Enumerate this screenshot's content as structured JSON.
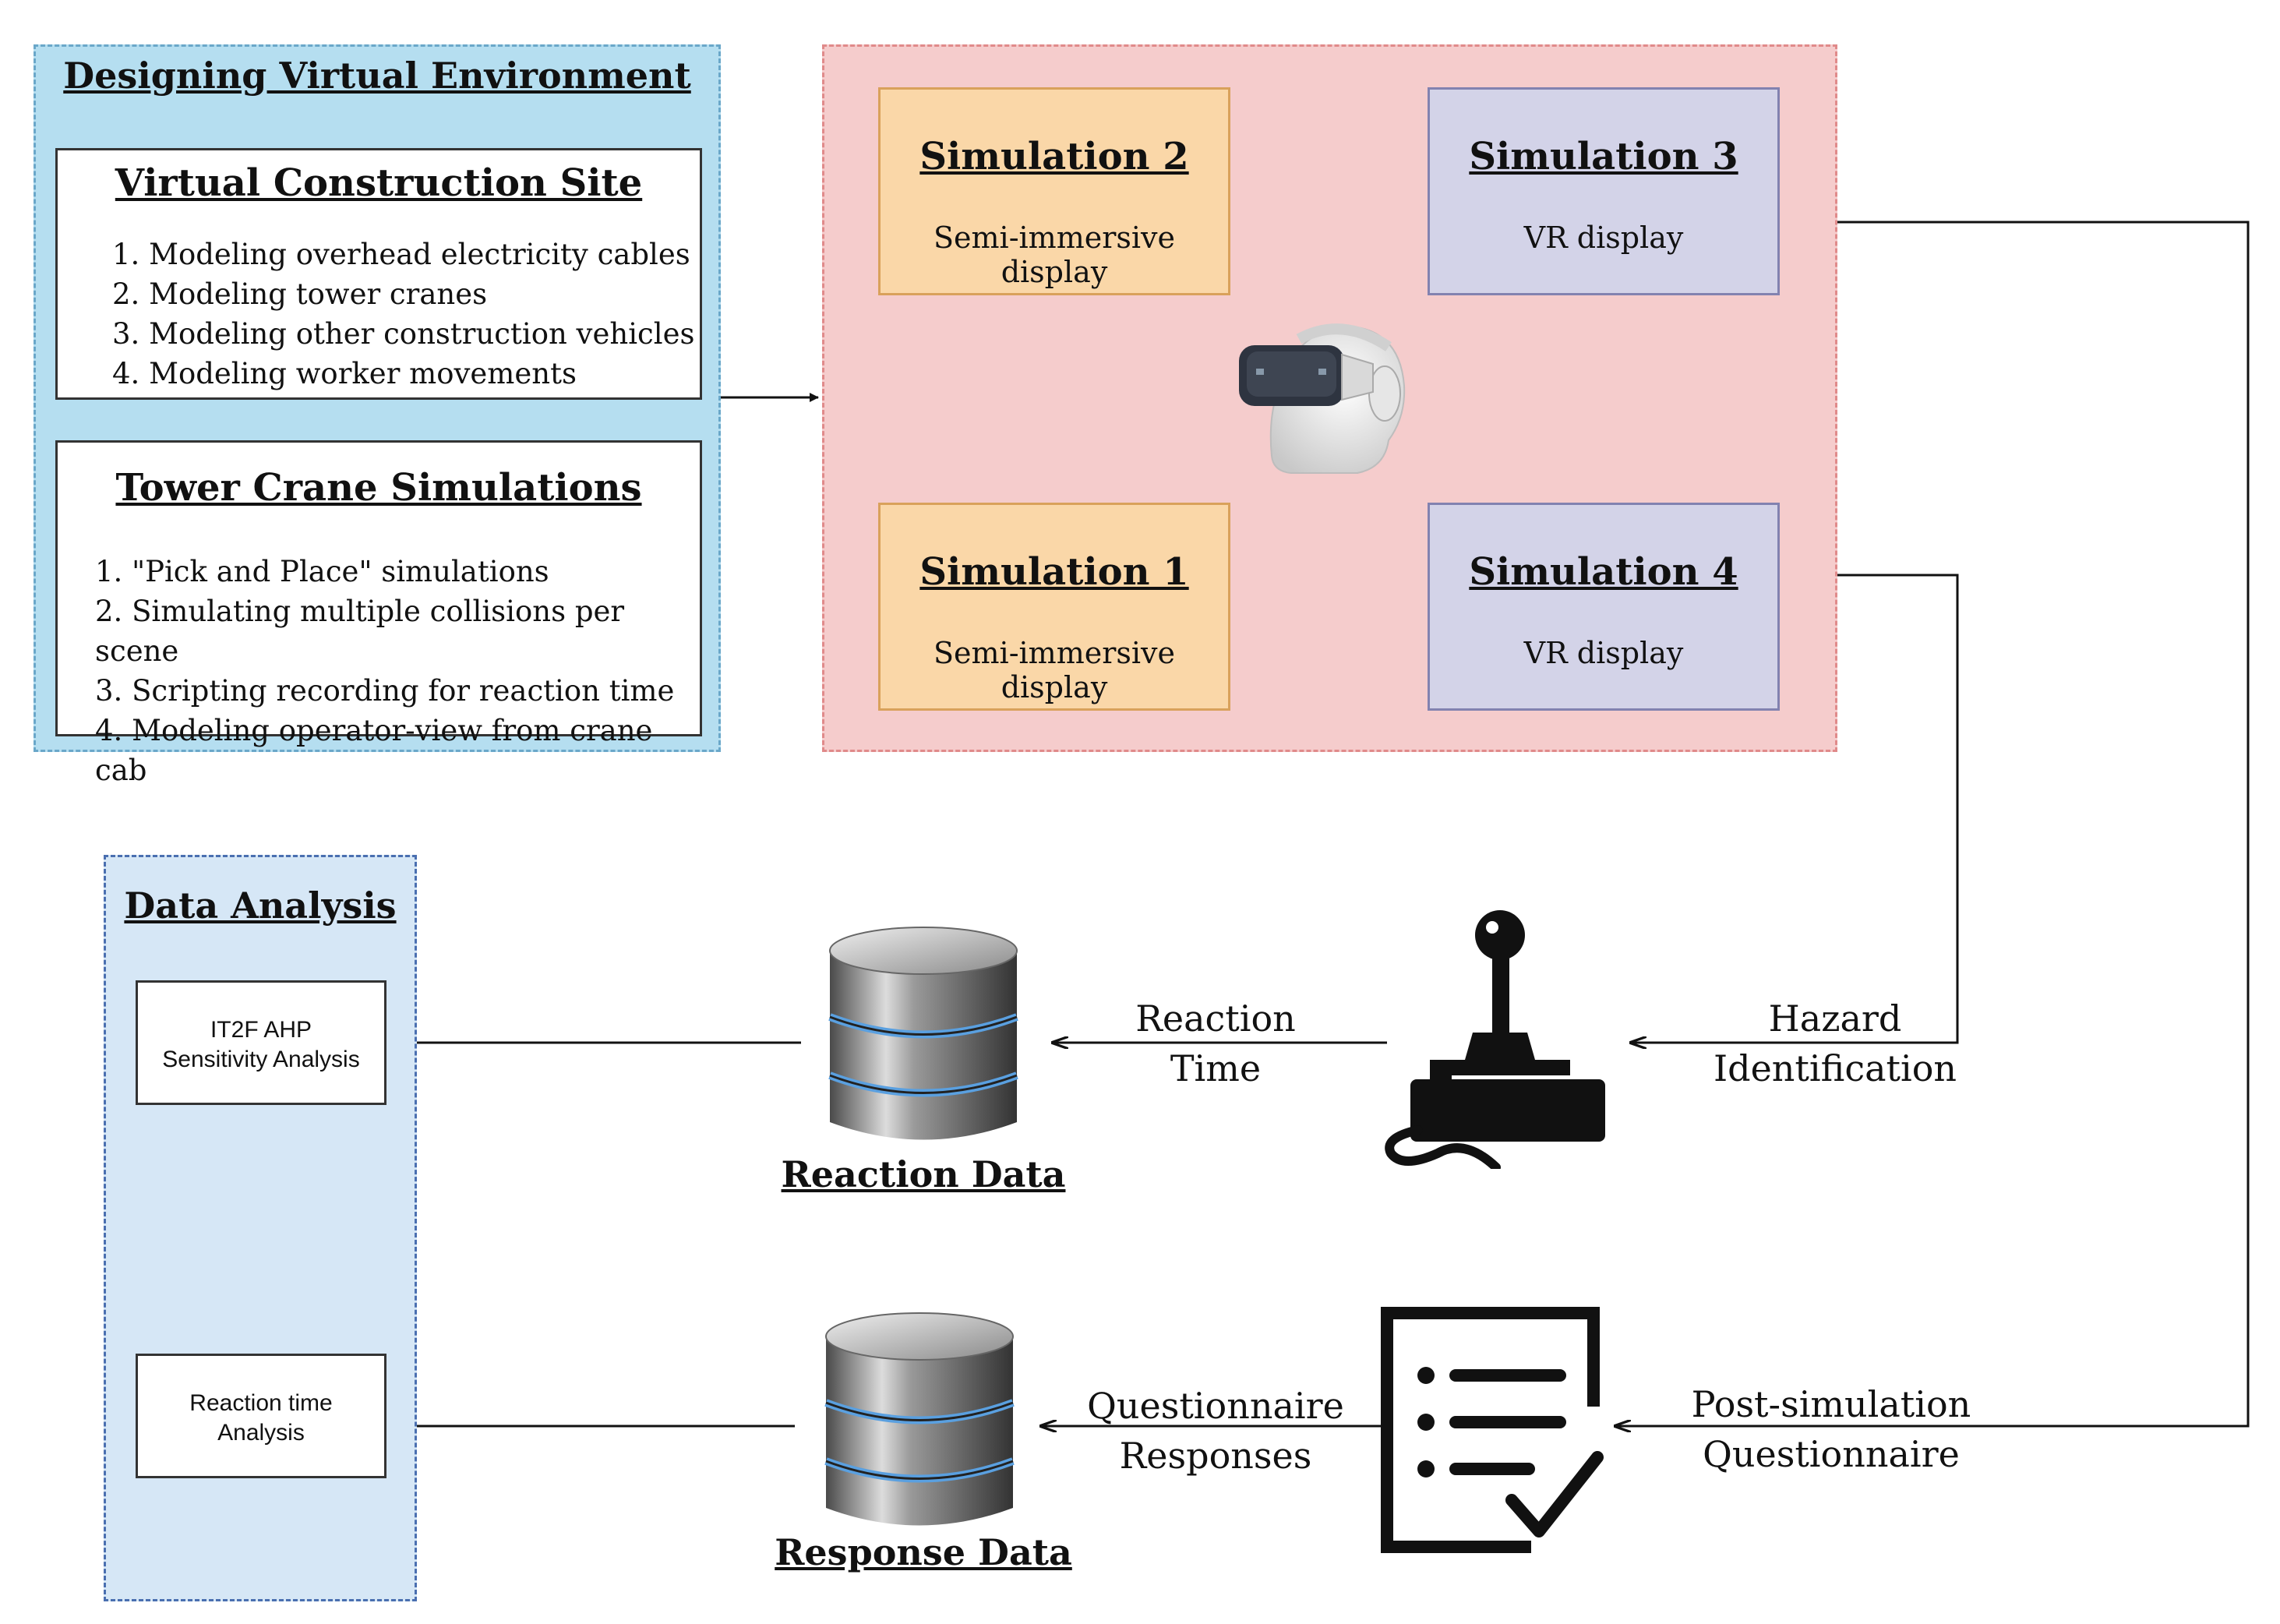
{
  "design": {
    "title": "Designing Virtual Environment",
    "site": {
      "title": "Virtual Construction Site",
      "items": [
        "1. Modeling overhead electricity cables",
        "2. Modeling tower cranes",
        "3. Modeling other construction vehicles",
        "4. Modeling worker movements"
      ]
    },
    "crane": {
      "title": "Tower Crane Simulations",
      "items": [
        "1. \"Pick and Place\" simulations",
        "2. Simulating multiple collisions per scene",
        "3. Scripting recording for reaction time",
        "4. Modeling operator-view from crane cab"
      ]
    }
  },
  "simulations": {
    "sim1": {
      "title": "Simulation 1",
      "display": "Semi-immersive display"
    },
    "sim2": {
      "title": "Simulation 2",
      "display": "Semi-immersive display"
    },
    "sim3": {
      "title": "Simulation 3",
      "display": "VR display"
    },
    "sim4": {
      "title": "Simulation 4",
      "display": "VR display"
    }
  },
  "analysis": {
    "title": "Data Analysis",
    "box1": {
      "line1": "IT2F AHP",
      "line2": "Sensitivity Analysis"
    },
    "box2": {
      "line1": "Reaction time",
      "line2": "Analysis"
    }
  },
  "flow": {
    "reaction_time": {
      "line1": "Reaction",
      "line2": "Time"
    },
    "hazard": {
      "line1": "Hazard",
      "line2": "Identification"
    },
    "questionnaire_responses": {
      "line1": "Questionnaire",
      "line2": "Responses"
    },
    "post_sim": {
      "line1": "Post-simulation",
      "line2": "Questionnaire"
    }
  },
  "databases": {
    "reaction": "Reaction Data",
    "response": "Response Data"
  },
  "icons": {
    "headset": "vr-headset-icon",
    "joystick": "joystick-icon",
    "checklist": "checklist-icon",
    "database": "database-icon"
  },
  "colors": {
    "design_panel": "#b5def0",
    "sim_panel": "#f5cccc",
    "analysis_panel": "#d6e7f6",
    "sim_orange": "#fad7a8",
    "sim_purple": "#d3d3e8"
  }
}
